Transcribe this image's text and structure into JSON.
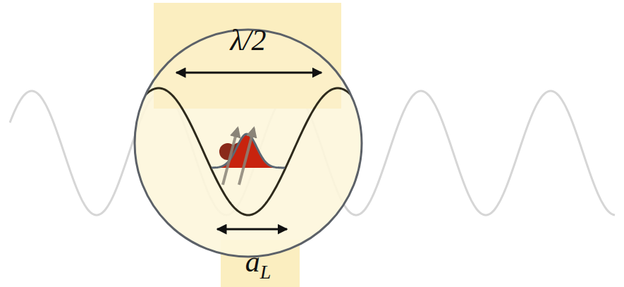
{
  "diagram": {
    "labels": [
      "λ/2",
      "a",
      "L"
    ]
  }
}
